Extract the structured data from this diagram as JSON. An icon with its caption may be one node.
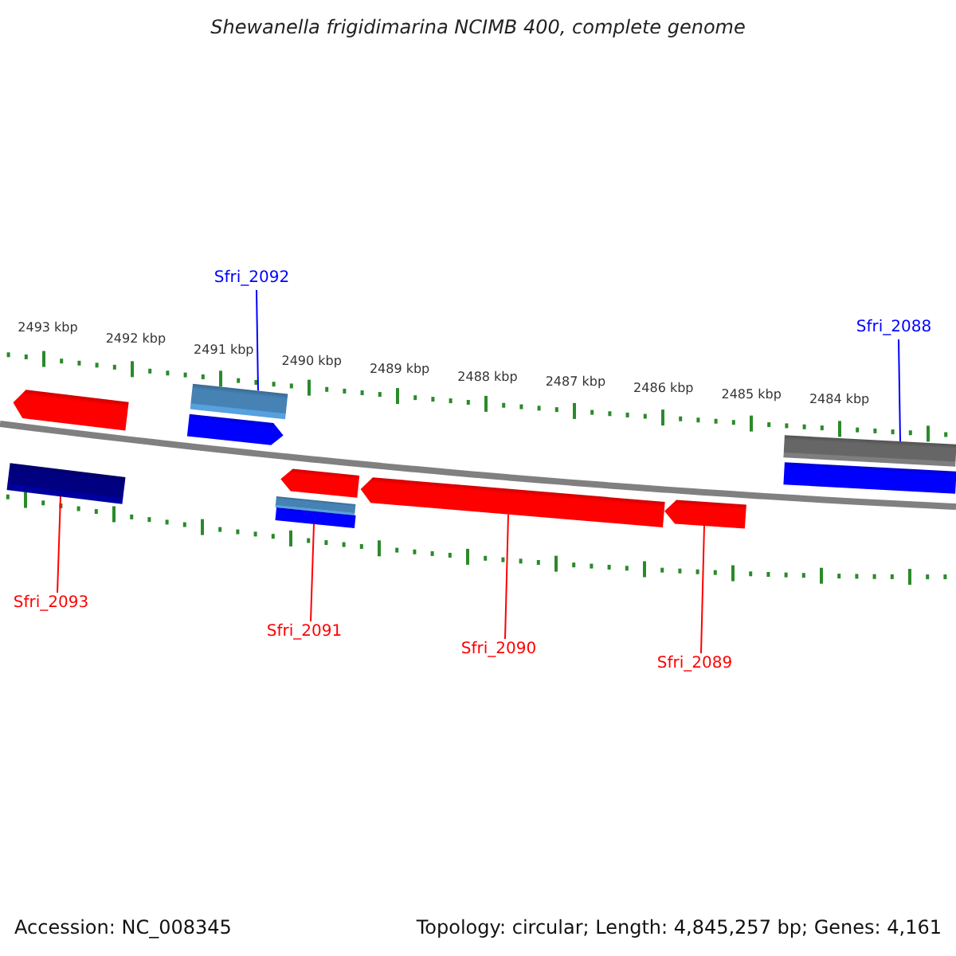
{
  "diagram": {
    "title": "Shewanella frigidimarina NCIMB 400, complete genome",
    "nodes": [
      {
        "text": [
          "Sfri_2092"
        ]
      },
      {
        "text": [
          "Sfri_2088"
        ]
      },
      {
        "text": [],
        "shape": "arrow"
      },
      {
        "text": [],
        "shape": "bar"
      },
      {
        "text": [],
        "shape": "bar"
      },
      {
        "text": [],
        "shape": "arrow"
      },
      {
        "text": [],
        "shape": "arrow"
      },
      {
        "text": [],
        "shape": "bar"
      },
      {
        "text": [],
        "shape": "bar"
      },
      {
        "text": [],
        "shape": "arrow"
      },
      {
        "text": [],
        "shape": "arrow"
      },
      {
        "text": [],
        "shape": "bar"
      },
      {
        "text": [],
        "shape": "bar"
      },
      {
        "text": [
          "Sfri_2093"
        ]
      },
      {
        "text": [
          "Sfri_2091"
        ]
      },
      {
        "text": [
          "Sfri_2090"
        ]
      },
      {
        "text": [
          "Sfri_2089"
        ]
      }
    ],
    "edges": [
      {
        "from": 0,
        "to": 4,
        "arrow": "none",
        "color": "#0000ff"
      },
      {
        "from": 1,
        "to": 11,
        "arrow": "none",
        "color": "#0000ff"
      },
      {
        "from": 13,
        "to": 3,
        "arrow": "none"
      },
      {
        "from": 14,
        "to": 8,
        "arrow": "none"
      },
      {
        "from": 15,
        "to": 9,
        "arrow": "none"
      },
      {
        "from": 16,
        "to": 10,
        "arrow": "none"
      }
    ],
    "labels": [
      "2493 kbp",
      "2492 kbp",
      "2491 kbp",
      "2490 kbp",
      "2489 kbp",
      "2488 kbp",
      "2487 kbp",
      "2486 kbp",
      "2485 kbp",
      "2484 kbp",
      "Accession: NC_008345",
      "Topology: circular; Length: 4,845,257 bp; Genes: 4,161"
    ]
  }
}
